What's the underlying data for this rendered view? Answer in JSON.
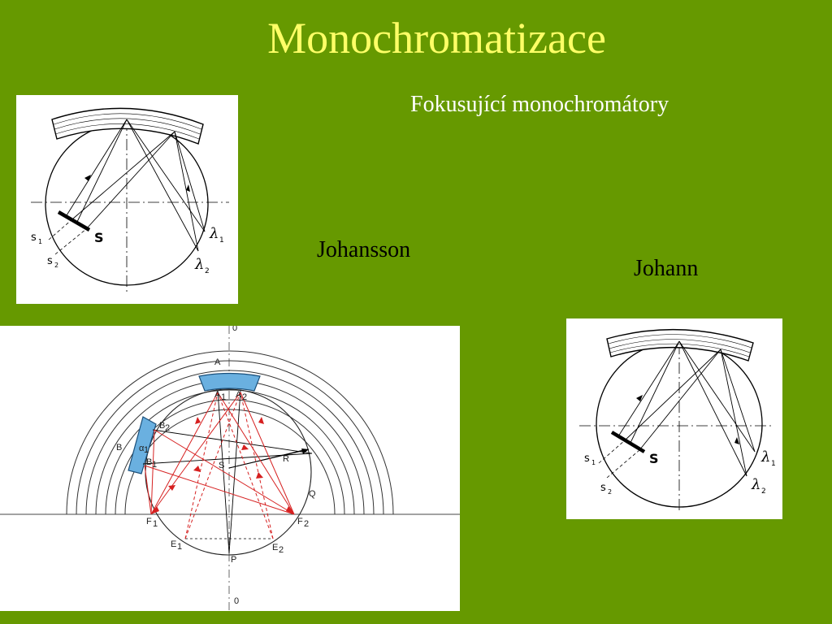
{
  "slide": {
    "title": "Monochromatizace",
    "subtitle": "Fokusující monochromátory",
    "labels": {
      "johansson": "Johansson",
      "johann": "Johann"
    }
  },
  "diagram_top": {
    "source": "S",
    "s1": "s",
    "s1_sub": "1",
    "s2": "s",
    "s2_sub": "2",
    "l1": "λ",
    "l1_sub": "1",
    "l2": "λ",
    "l2_sub": "2"
  },
  "diagram_johann": {
    "source": "S",
    "s1": "s",
    "s1_sub": "1",
    "s2": "s",
    "s2_sub": "2",
    "l1": "λ",
    "l1_sub": "1",
    "l2": "λ",
    "l2_sub": "2"
  },
  "diagram_johansson": {
    "axis_top": "0",
    "axis_bottom": "0",
    "A": "A",
    "A1": "A",
    "A1_sub": "1",
    "A2": "A",
    "A2_sub": "2",
    "B": "B",
    "B1": "B",
    "B1_sub": "1",
    "B2": "B",
    "B2_sub": "2",
    "alpha": "α",
    "alpha_sub": "1",
    "S": "S",
    "R": "R",
    "Q": "Q",
    "F1": "F",
    "F1_sub": "1",
    "F2": "F",
    "F2_sub": "2",
    "E1": "E",
    "E1_sub": "1",
    "E2": "E",
    "E2_sub": "2",
    "P": "P"
  },
  "colors": {
    "background": "#669900",
    "title": "#ffff66",
    "crystal": "#6ab0e0",
    "rays": "#d62020"
  }
}
